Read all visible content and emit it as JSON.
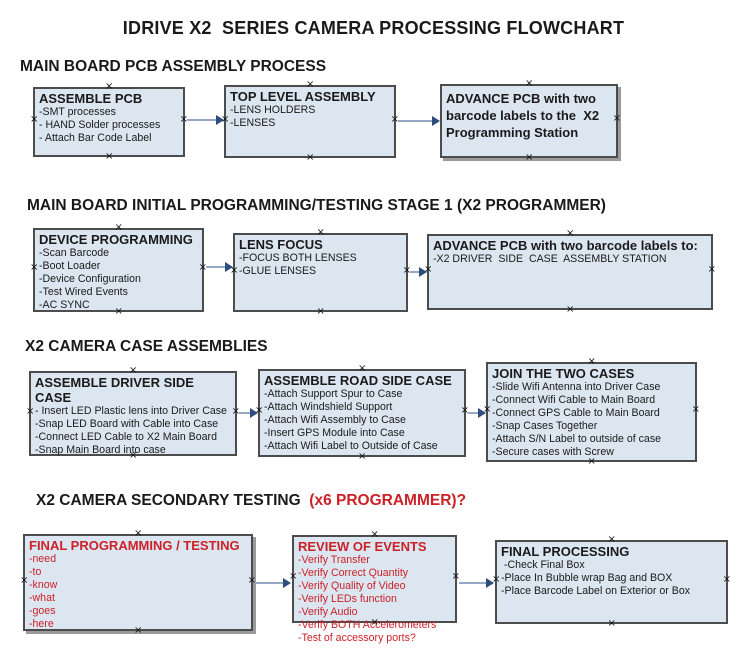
{
  "title": "IDRIVE X2  SERIES CAMERA PROCESSING FLOWCHART",
  "colors": {
    "box_fill": "#dce6f1",
    "box_border": "#4c4c4c",
    "red_accent": "#cc2127",
    "arrow_line": "#93a9c7",
    "arrow_head": "#2d4d7e"
  },
  "sections": [
    {
      "heading": "MAIN BOARD PCB ASSEMBLY PROCESS",
      "boxes": [
        {
          "title": "ASSEMBLE PCB",
          "lines": [
            "-SMT processes",
            "- HAND Solder processes",
            "- Attach Bar Code Label"
          ]
        },
        {
          "title": "TOP LEVEL ASSEMBLY",
          "lines": [
            "-LENS HOLDERS",
            "-LENSES"
          ]
        },
        {
          "title": "ADVANCE PCB with two barcode labels to the  X2 Programming Station",
          "lines": []
        }
      ]
    },
    {
      "heading": "MAIN BOARD INITIAL PROGRAMMING/TESTING STAGE 1 (X2 PROGRAMMER)",
      "boxes": [
        {
          "title": "DEVICE PROGRAMMING",
          "lines": [
            "-Scan Barcode",
            "-Boot Loader",
            "-Device Configuration",
            "-Test Wired Events",
            "-AC SYNC"
          ]
        },
        {
          "title": "LENS FOCUS",
          "lines": [
            "-FOCUS BOTH LENSES",
            "-GLUE LENSES"
          ]
        },
        {
          "title": "ADVANCE PCB with two barcode labels to:",
          "lines": [
            "-X2 DRIVER  SIDE  CASE  ASSEMBLY STATION"
          ]
        }
      ]
    },
    {
      "heading": "X2 CAMERA CASE ASSEMBLIES",
      "boxes": [
        {
          "title": "ASSEMBLE DRIVER SIDE CASE",
          "lines": [
            "- Insert LED Plastic lens into Driver Case",
            "-Snap LED Board with Cable into Case",
            "-Connect LED Cable to X2 Main Board",
            "-Snap Main Board into case"
          ]
        },
        {
          "title": "ASSEMBLE ROAD SIDE CASE",
          "lines": [
            "-Attach Support Spur to Case",
            "-Attach Windshield Support",
            "-Attach Wifi Assembly to Case",
            "-Insert GPS Module into Case",
            "-Attach Wifi Label to Outside of Case"
          ]
        },
        {
          "title": "JOIN THE TWO CASES",
          "lines": [
            "-Slide Wifi Antenna into Driver Case",
            "-Connect Wifi Cable to Main Board",
            "-Connect GPS Cable to Main Board",
            "-Snap Cases Together",
            "-Attach S/N Label to outside of case",
            "-Secure cases with Screw"
          ]
        }
      ]
    },
    {
      "heading": "X2 CAMERA SECONDARY TESTING ",
      "heading_red": " (x6 PROGRAMMER)?",
      "boxes": [
        {
          "title": "FINAL PROGRAMMING / TESTING",
          "lines": [
            "-need",
            "-to",
            "-know",
            "-what",
            "-goes",
            "-here"
          ]
        },
        {
          "title": "REVIEW OF EVENTS",
          "lines": [
            "-Verify Transfer",
            "-Verify Correct Quantity",
            "-Verify Quality of Video",
            "-Verify LEDs function",
            "-Verify Audio",
            "-Verify BOTH Accelerometers",
            "-Test of accessory ports?"
          ]
        },
        {
          "title": "FINAL PROCESSING",
          "lines": [
            " -Check Final Box",
            "-Place In Bubble wrap Bag and BOX",
            "-Place Barcode Label on Exterior or Box"
          ]
        }
      ]
    }
  ]
}
